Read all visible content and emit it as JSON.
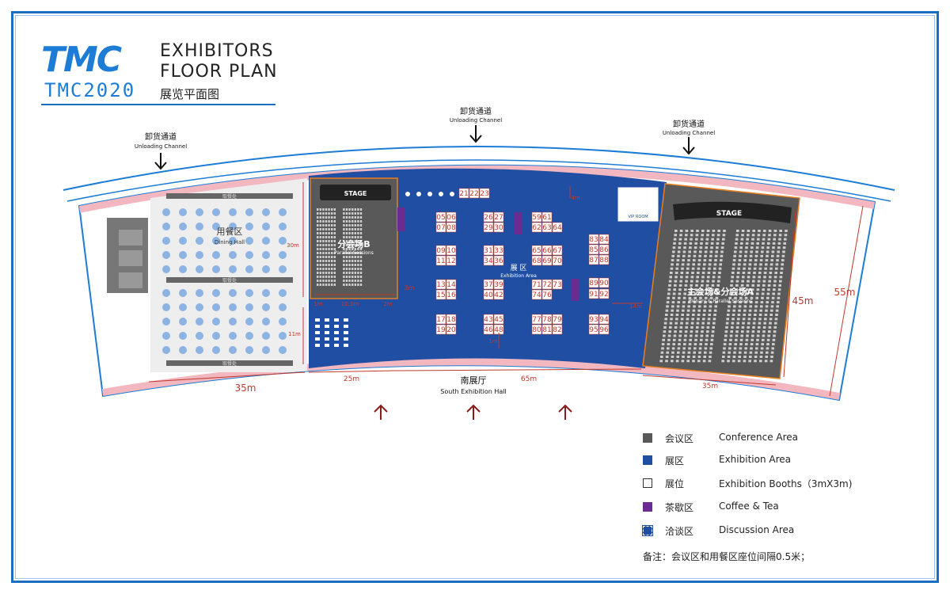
{
  "header": {
    "logo_text": "TMC",
    "logo_year": "TMC2020",
    "title_line1": "EXHIBITORS",
    "title_line2": "FLOOR PLAN",
    "title_cn": "展览平面图"
  },
  "channels": [
    {
      "cn": "卸货通道",
      "en": "Unloading Channel"
    },
    {
      "cn": "卸货通道",
      "en": "Unloading Channel"
    },
    {
      "cn": "卸货通道",
      "en": "Unloading Channel"
    }
  ],
  "areas": {
    "dining_cn": "用餐区",
    "dining_en": "Dining Hall",
    "stage_b": "STAGE",
    "session_b_cn": "分会场B",
    "session_b_en": "Parallel Sessions",
    "exhibition_cn": "展 区",
    "exhibition_en": "Exhibition Area",
    "stage_a": "STAGE",
    "session_a_cn": "主会场&分会场A",
    "session_a_en": "Plenary & Parallel Sessions",
    "vip_room": "VIP ROOM",
    "coffee_cn": "茶歇区",
    "buffet_cn": "取餐处",
    "south_hall_cn": "南展厅",
    "south_hall_en": "South Exhibition Hall"
  },
  "dimensions": {
    "left_width": "35m",
    "mid_left_width": "25m",
    "mid_width": "65m",
    "right_width": "35m",
    "session_b_height": "30m",
    "lower_height": "11m",
    "right_height": "45m",
    "far_right_height": "55m",
    "session_b_width": "10.3m",
    "gap_1": "1m",
    "gap_2": "3m",
    "gap_3": "4m",
    "gap_4": "14m",
    "gap_5": "1m",
    "gap_6": "2m"
  },
  "booths": [
    {
      "row": [
        "05",
        "06"
      ]
    },
    {
      "row": [
        "07",
        "08"
      ]
    },
    {
      "row": [
        "09",
        "10"
      ]
    },
    {
      "row": [
        "11",
        "12"
      ]
    },
    {
      "row": [
        "13",
        "14"
      ]
    },
    {
      "row": [
        "15",
        "16"
      ]
    },
    {
      "row": [
        "17",
        "18"
      ]
    },
    {
      "row": [
        "19",
        "20"
      ]
    },
    {
      "row": [
        "21",
        "22",
        "23"
      ]
    },
    {
      "row": [
        "26",
        "27"
      ]
    },
    {
      "row": [
        "29",
        "30"
      ]
    },
    {
      "row": [
        "31",
        "33"
      ]
    },
    {
      "row": [
        "34",
        "36"
      ]
    },
    {
      "row": [
        "37",
        "39"
      ]
    },
    {
      "row": [
        "40",
        "42"
      ]
    },
    {
      "row": [
        "43",
        "45"
      ]
    },
    {
      "row": [
        "46",
        "48"
      ]
    },
    {
      "row": [
        "59",
        "61"
      ]
    },
    {
      "row": [
        "62",
        "63",
        "64"
      ]
    },
    {
      "row": [
        "65",
        "66",
        "67"
      ]
    },
    {
      "row": [
        "68",
        "69",
        "70"
      ]
    },
    {
      "row": [
        "71",
        "72",
        "73"
      ]
    },
    {
      "row": [
        "74",
        "76"
      ]
    },
    {
      "row": [
        "77",
        "78",
        "79"
      ]
    },
    {
      "row": [
        "80",
        "81",
        "82"
      ]
    },
    {
      "row": [
        "83",
        "84"
      ]
    },
    {
      "row": [
        "85",
        "86"
      ]
    },
    {
      "row": [
        "87",
        "88"
      ]
    },
    {
      "row": [
        "89",
        "90"
      ]
    },
    {
      "row": [
        "91",
        "92"
      ]
    },
    {
      "row": [
        "93",
        "94"
      ]
    },
    {
      "row": [
        "95",
        "96"
      ]
    }
  ],
  "legend": [
    {
      "cn": "会议区",
      "en": "Conference Area",
      "color": "#595959"
    },
    {
      "cn": "展区",
      "en": "Exhibition Area",
      "color": "#1f4ea3"
    },
    {
      "cn": "展位",
      "en": "Exhibition Booths（3mX3m)",
      "color": "#ffffff"
    },
    {
      "cn": "茶歇区",
      "en": "Coffee & Tea",
      "color": "#6a2c91"
    },
    {
      "cn": "洽谈区",
      "en": "Discussion Area",
      "color": "#1f4ea3"
    }
  ],
  "note": "备注：会议区和用餐区座位间隔0.5米；",
  "colors": {
    "frame": "#1c6fc0",
    "exhibition": "#1f4ea3",
    "conference": "#595959",
    "coffee": "#6a2c91",
    "dimension": "#c0392b",
    "edge_pink": "#f3b7c0"
  }
}
